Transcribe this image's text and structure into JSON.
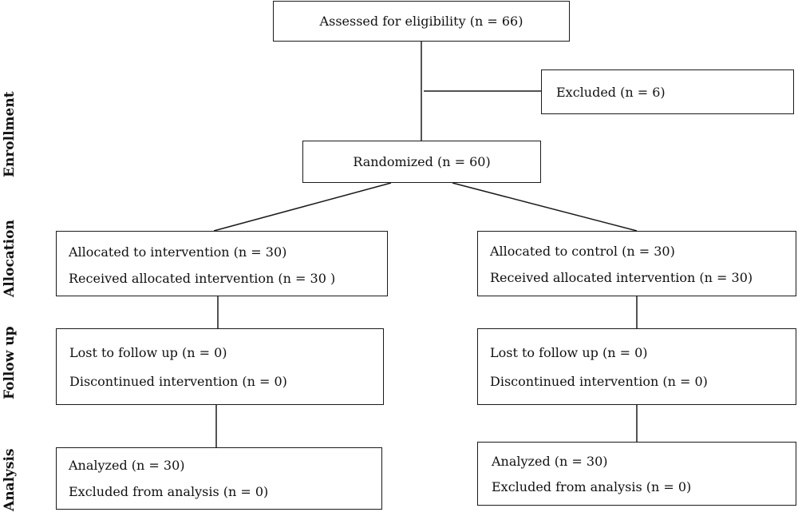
{
  "stages": {
    "enrollment": "Enrollment",
    "allocation": "Allocation",
    "follow_up": "Follow up",
    "analysis": "Analysis"
  },
  "enrollment": {
    "assessed": "Assessed for eligibility (n = 66)",
    "excluded": "Excluded (n = 6)",
    "randomized": "Randomized (n = 60)"
  },
  "intervention": {
    "allocated": "Allocated to intervention (n = 30)",
    "received": "Received allocated intervention (n = 30 )",
    "lost": "Lost to follow up (n = 0)",
    "discontinued": "Discontinued intervention (n = 0)",
    "analyzed": "Analyzed (n = 30)",
    "excluded_analysis": "Excluded from analysis (n = 0)"
  },
  "control": {
    "allocated": "Allocated to control (n = 30)",
    "received": "Received allocated intervention (n = 30)",
    "lost": "Lost to follow up (n = 0)",
    "discontinued": "Discontinued intervention (n = 0)",
    "analyzed": "Analyzed (n = 30)",
    "excluded_analysis": "Excluded from analysis (n = 0)"
  },
  "colors": {
    "line": "#1a1a1a",
    "text": "#111111",
    "background": "#ffffff"
  }
}
